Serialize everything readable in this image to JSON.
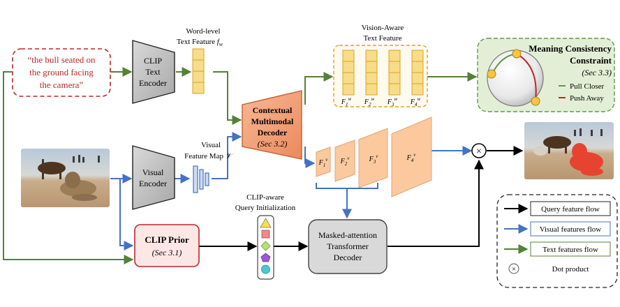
{
  "prompt": {
    "lines": [
      "“the bull seated on",
      "the ground facing",
      "the camera”"
    ]
  },
  "text_encoder": {
    "lines": [
      "CLIP",
      "Text",
      "Encoder"
    ]
  },
  "word_feature": {
    "line1": "Word-level",
    "line2": "Text Feature",
    "symbol": "f",
    "sub": "w"
  },
  "visual_encoder": {
    "lines": [
      "Visual",
      "Encoder"
    ]
  },
  "visual_feature": {
    "line1": "Visual",
    "line2": "Feature Map",
    "symbol": "𝒱"
  },
  "decoder": {
    "lines": [
      "Contextual",
      "Multimodal",
      "Decoder"
    ],
    "sec": "(Sec 3.2)",
    "color": "#f2a07b"
  },
  "vision_aware": {
    "line1": "Vision-Aware",
    "line2": "Text Feature",
    "labels": [
      "F",
      "F",
      "F",
      "F"
    ],
    "subs": [
      "1",
      "2",
      "3",
      "4"
    ],
    "sup": "w"
  },
  "pyramid": {
    "labels": [
      "F",
      "F",
      "F",
      "F"
    ],
    "subs": [
      "1",
      "2",
      "3",
      "4"
    ],
    "sup": "v"
  },
  "consistency": {
    "title1": "Meaning Consistency",
    "title2": "Constraint",
    "sec": "(Sec 3.3)",
    "legend": [
      {
        "label": "Pull Closer",
        "color": "#5e9a47"
      },
      {
        "label": "Push Away",
        "color": "#c0242a"
      }
    ]
  },
  "query_init": {
    "line1": "CLIP-aware",
    "line2": "Query Initialization"
  },
  "clip_prior": {
    "title": "CLIP Prior",
    "sec": "(Sec 3.1)"
  },
  "masked_decoder": {
    "lines": [
      "Masked-attention",
      "Transformer",
      "Decoder"
    ]
  },
  "dot_symbol": "×",
  "flow_legend": [
    {
      "label": "Query feature flow",
      "color": "#000000"
    },
    {
      "label": "Visual features flow",
      "color": "#4472c4"
    },
    {
      "label": "Text features flow",
      "color": "#548235"
    },
    {
      "label": "Dot product",
      "color": "#000000"
    }
  ],
  "colors": {
    "text_flow": "#548235",
    "visual_flow": "#4472c4",
    "query_flow": "#000000",
    "feature_yellow": "#f7dc8a",
    "feature_border": "#d9a520",
    "pyramid_fill": "#fbc99d",
    "clip_prior_border": "#c0242a",
    "clip_prior_fill": "#fde7e5",
    "consistency_fill": "#e2efd6",
    "consistency_border": "#5e9a47"
  }
}
